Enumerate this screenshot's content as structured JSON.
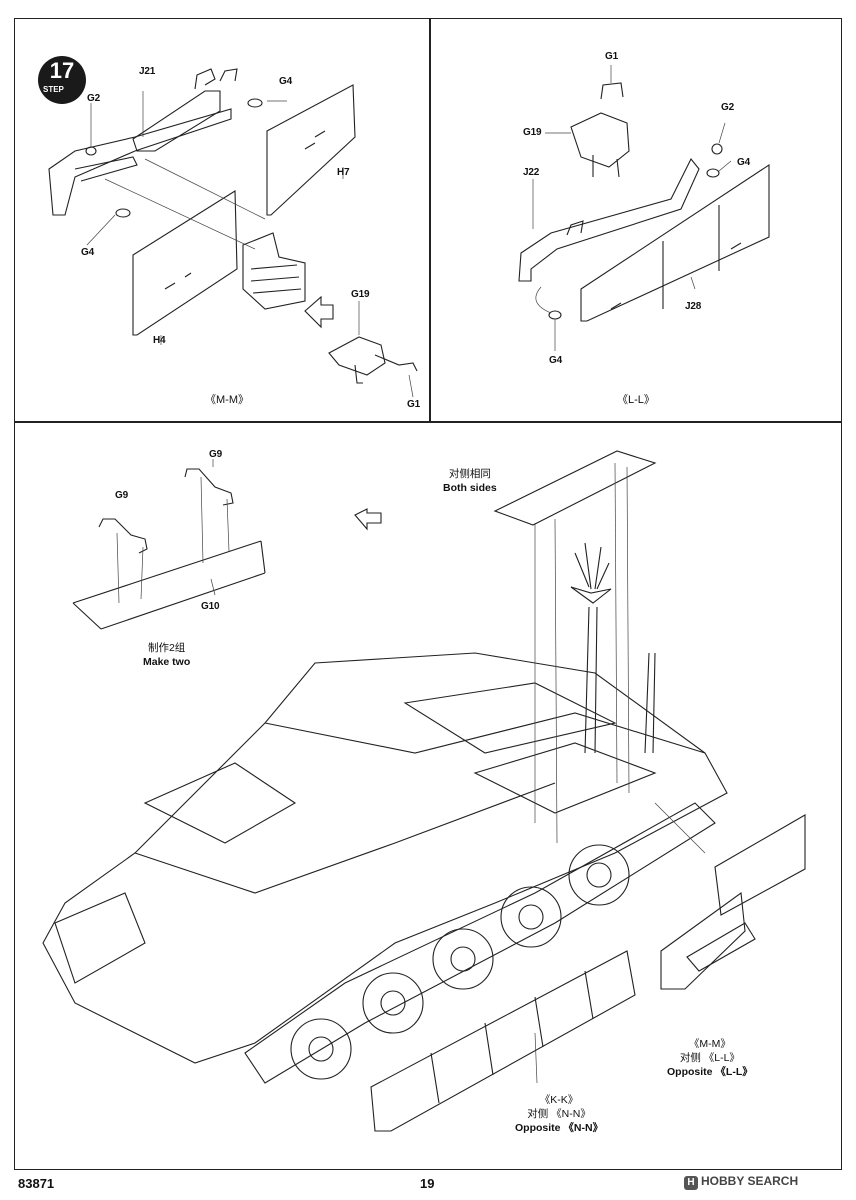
{
  "step": {
    "number": "17",
    "word": "STEP"
  },
  "panel_mm": {
    "view_label": "《M-M》",
    "parts": {
      "j21": "J21",
      "g4_top": "G4",
      "g2": "G2",
      "h7": "H7",
      "g4_left": "G4",
      "h4": "H4",
      "g19": "G19",
      "g1": "G1"
    }
  },
  "panel_ll": {
    "view_label": "《L-L》",
    "parts": {
      "g1": "G1",
      "g2": "G2",
      "g19": "G19",
      "g4_right": "G4",
      "j22": "J22",
      "j28": "J28",
      "g4_bottom": "G4"
    }
  },
  "main": {
    "parts": {
      "g9_right": "G9",
      "g9_left": "G9",
      "g10": "G10"
    },
    "make_two_cn": "制作2组",
    "make_two_en": "Make two",
    "both_sides_cn": "对侧相同",
    "both_sides_en": "Both sides",
    "callout_right": {
      "view": "《M-M》",
      "opposite_cn": "对侧 《L-L》",
      "opposite_en": "Opposite 《L-L》"
    },
    "callout_bottom": {
      "view": "《K-K》",
      "opposite_cn": "对侧 《N-N》",
      "opposite_en": "Opposite 《N-N》"
    }
  },
  "footer": {
    "code": "83871",
    "page": "19",
    "watermark": "HOBBY SEARCH"
  }
}
